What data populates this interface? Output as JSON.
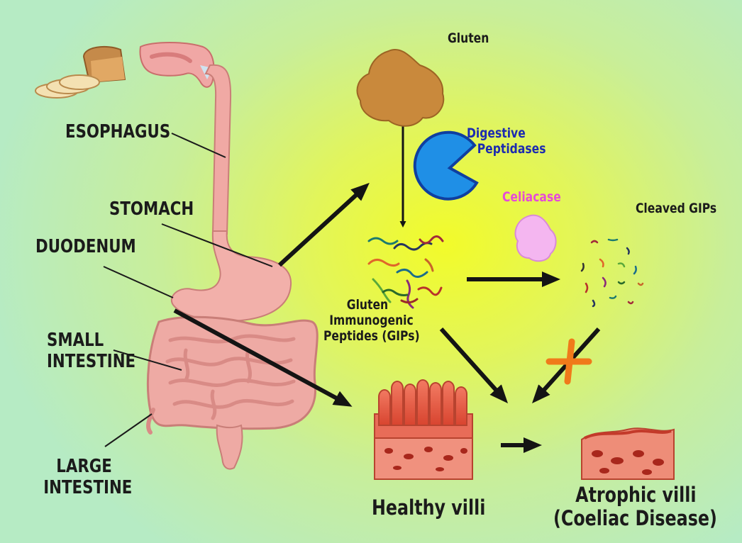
{
  "labels": {
    "esophagus": "ESOPHAGUS",
    "stomach": "STOMACH",
    "duodenum": "DUODENUM",
    "small_intestine": [
      "SMALL",
      "INTESTINE"
    ],
    "large_intestine": [
      "LARGE",
      "INTESTINE"
    ],
    "gluten": "Gluten",
    "digestive_peptidases": [
      "Digestive",
      "Peptidases"
    ],
    "celiacase": "Celiacase",
    "cleaved_gips": "Cleaved GIPs",
    "gips": [
      "Gluten",
      "Immunogenic",
      "Peptides (GIPs)"
    ],
    "healthy_villi": "Healthy villi",
    "atrophic_villi": [
      "Atrophic villi",
      "(Coeliac Disease)"
    ]
  },
  "colors": {
    "text": "#1b1b1b",
    "digestive_peptidases": "#1d2bb0",
    "celiacase": "#e64ad8",
    "block_mark": "#f07a1a",
    "arrow": "#141414",
    "pacman": "#1f8fe6"
  },
  "icons": [
    "bread-icon",
    "mouth-icon",
    "gluten-blob-icon",
    "pacman-enzyme-icon",
    "celiacase-blob-icon",
    "peptide-squiggles-icon",
    "cleaved-fragments-icon",
    "healthy-villi-icon",
    "atrophic-villi-icon",
    "block-cross-icon"
  ]
}
